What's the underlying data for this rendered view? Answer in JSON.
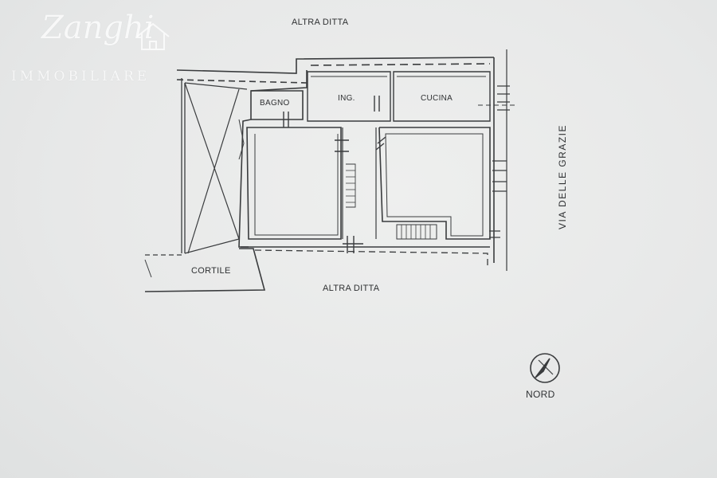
{
  "watermark": {
    "brand": "Zanghi",
    "subtitle": "IMMOBILIARE"
  },
  "labels": {
    "top_neighbor": "ALTRA DITTA",
    "bottom_neighbor": "ALTRA DITTA",
    "street": "VIA DELLE GRAZIE",
    "courtyard": "CORTILE",
    "bathroom": "BAGNO",
    "entrance": "ING.",
    "kitchen": "CUCINA",
    "north": "NORD"
  },
  "colors": {
    "ink": "#3a3c3e",
    "paper": "#e9eaea"
  }
}
